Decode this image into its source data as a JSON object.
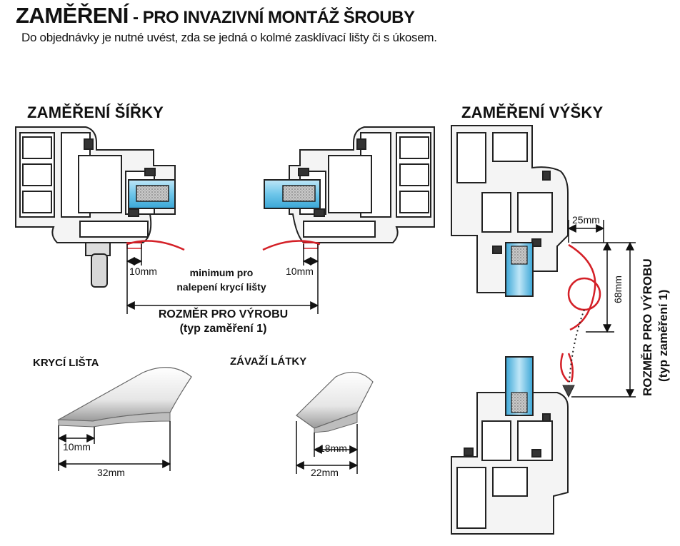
{
  "header": {
    "title_main": "ZAMĚŘENÍ",
    "title_rest": " - PRO INVAZIVNÍ MONTÁŽ ŠROUBY",
    "subtitle": "Do objednávky je nutné uvést, zda se jedná o kolmé zasklívací lišty či s úkosem."
  },
  "width_section": {
    "heading": "ZAMĚŘENÍ ŠÍŘKY",
    "left_dim": "10mm",
    "right_dim": "10mm",
    "note_line1": "minimum pro",
    "note_line2": "nalepení krycí lišty",
    "rozmer_line1": "ROZMĚR PRO VÝROBU",
    "rozmer_line2": "(typ zaměření 1)"
  },
  "cover_strip": {
    "heading": "KRYCÍ LIŠTA",
    "dim_small": "10mm",
    "dim_large": "32mm"
  },
  "weight_strip": {
    "heading": "ZÁVAŽÍ LÁTKY",
    "dim_small": "18mm",
    "dim_large": "22mm"
  },
  "height_section": {
    "heading": "ZAMĚŘENÍ VÝŠKY",
    "dim_horizontal": "25mm",
    "dim_vertical": "68mm",
    "rozmer_line1": "ROZMĚR PRO VÝROBU",
    "rozmer_line2": "(typ zaměření 1)"
  },
  "colors": {
    "accent_red": "#d42027",
    "glass_blue": "#6ec6ea",
    "profile_gray": "#dcdcdc"
  }
}
